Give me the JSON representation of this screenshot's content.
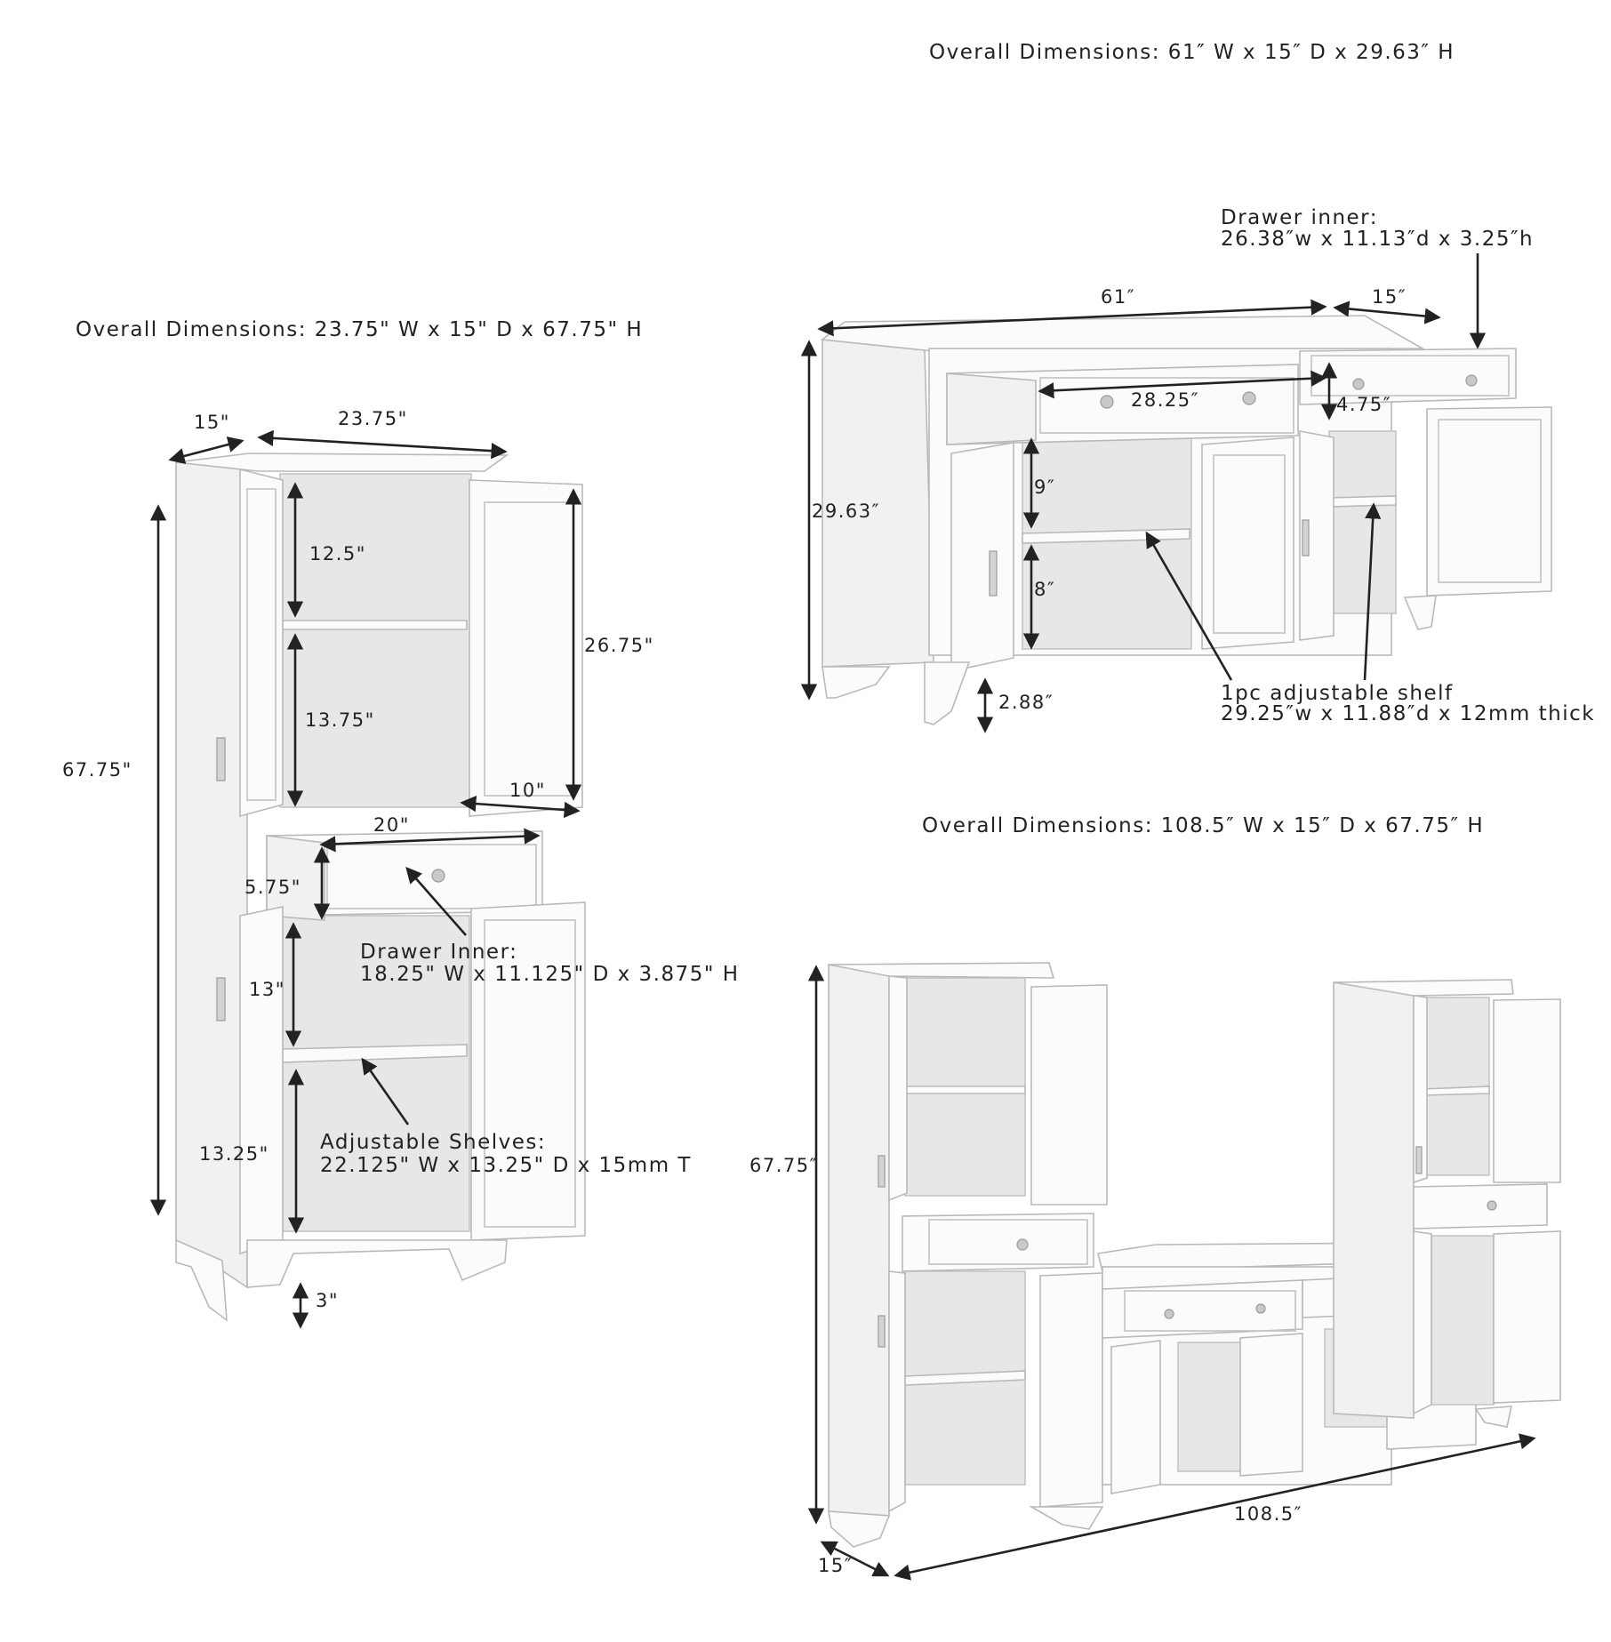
{
  "pantry": {
    "overall": "Overall Dimensions: 23.75\" W x 15\" D x 67.75\" H",
    "depth": "15\"",
    "width": "23.75\"",
    "height": "67.75\"",
    "upper_gap_1": "12.5\"",
    "upper_gap_2": "13.75\"",
    "door_height": "26.75\"",
    "door_width": "10\"",
    "drawer_width": "20\"",
    "drawer_height": "5.75\"",
    "drawer_inner_title": "Drawer Inner:",
    "drawer_inner_size": "18.25\" W x 11.125\" D x 3.875\" H",
    "lower_gap_1": "13\"",
    "lower_gap_2": "13.25\"",
    "shelves_title": "Adjustable Shelves:",
    "shelves_size": "22.125\" W x 13.25\" D x 15mm T",
    "foot_height": "3\""
  },
  "tv_stand": {
    "overall": "Overall Dimensions: 61″ W x 15″ D x 29.63″ H",
    "drawer_inner_title": "Drawer inner:",
    "drawer_inner_size": "26.38″w x 11.13″d x 3.25″h",
    "width": "61″",
    "depth": "15″",
    "height": "29.63″",
    "drawer_width": "28.25″",
    "drawer_height": "4.75″",
    "upper_gap": "9″",
    "lower_gap": "8″",
    "foot_height": "2.88″",
    "shelf_title": "1pc adjustable shelf",
    "shelf_size": "29.25″w x 11.88″d x 12mm thick"
  },
  "full_set": {
    "overall": "Overall Dimensions: 108.5″ W x 15″ D x 67.75″ H",
    "height": "67.75″",
    "depth": "15″",
    "width": "108.5″"
  }
}
